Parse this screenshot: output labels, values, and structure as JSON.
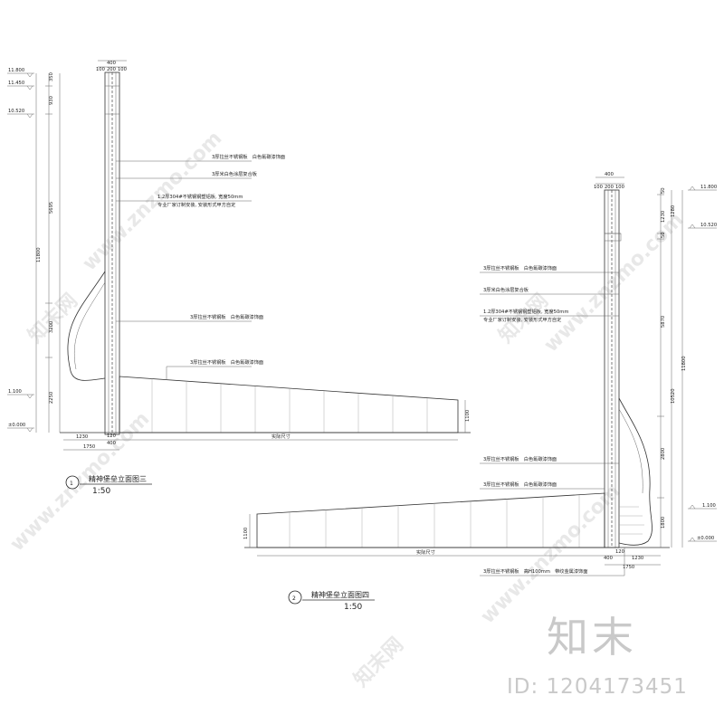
{
  "drawing1": {
    "levels": [
      "11.800",
      "11.450",
      "10.520",
      "1.100",
      "±0.000"
    ],
    "vertical_dims": [
      "350",
      "930",
      "5695",
      "11800",
      "3200",
      "2250"
    ],
    "top_dims": [
      "400",
      "100",
      "200",
      "100"
    ],
    "bottom_dims": [
      "120",
      "1230",
      "400",
      "1750",
      "1100"
    ],
    "actual_size_label": "实际尺寸",
    "annotations": [
      "3厚拉丝不锈钢板　白色氟碳漆饰面",
      "3厚米白色涂层复合板",
      "1.2厚304#不锈钢钢塑铝板, 宽度50mm",
      "专业厂家订制安装, 安装形式甲方自定",
      "3厚拉丝不锈钢板　白色氟碳漆饰面",
      "3厚拉丝不锈钢板　白色氟碳漆饰面"
    ],
    "number": "1",
    "title": "精神堡垒立面图三",
    "scale": "1:50"
  },
  "drawing2": {
    "levels": [
      "11.800",
      "10.520",
      "1.100",
      "±0.000"
    ],
    "vertical_dims": [
      "50",
      "1230",
      "1280",
      "50",
      "5870",
      "11800",
      "10520",
      "2800",
      "1800"
    ],
    "top_dims": [
      "400",
      "100",
      "200",
      "100"
    ],
    "bottom_dims": [
      "400",
      "120",
      "1230",
      "1750",
      "1100"
    ],
    "actual_size_label": "实际尺寸",
    "annotations": [
      "3厚拉丝不锈钢板　白色氟碳漆饰面",
      "3厚米白色涂层复合板",
      "1.2厚304#不锈钢钢塑铝板, 宽度50mm",
      "专业厂家订制安装, 安装形式甲方自定",
      "3厚拉丝不锈钢板　白色氟碳漆饰面",
      "3厚拉丝不锈钢板　白色氟碳漆饰面",
      "3厚拉丝不锈钢板　高H100mm　带纹金属漆饰面"
    ],
    "number": "2",
    "title": "精神堡垒立面图四",
    "scale": "1:50"
  },
  "watermark": {
    "brand": "知末",
    "id_text": "ID: 1204173451",
    "site": "www.znzmo.com",
    "cn": "知末网"
  }
}
